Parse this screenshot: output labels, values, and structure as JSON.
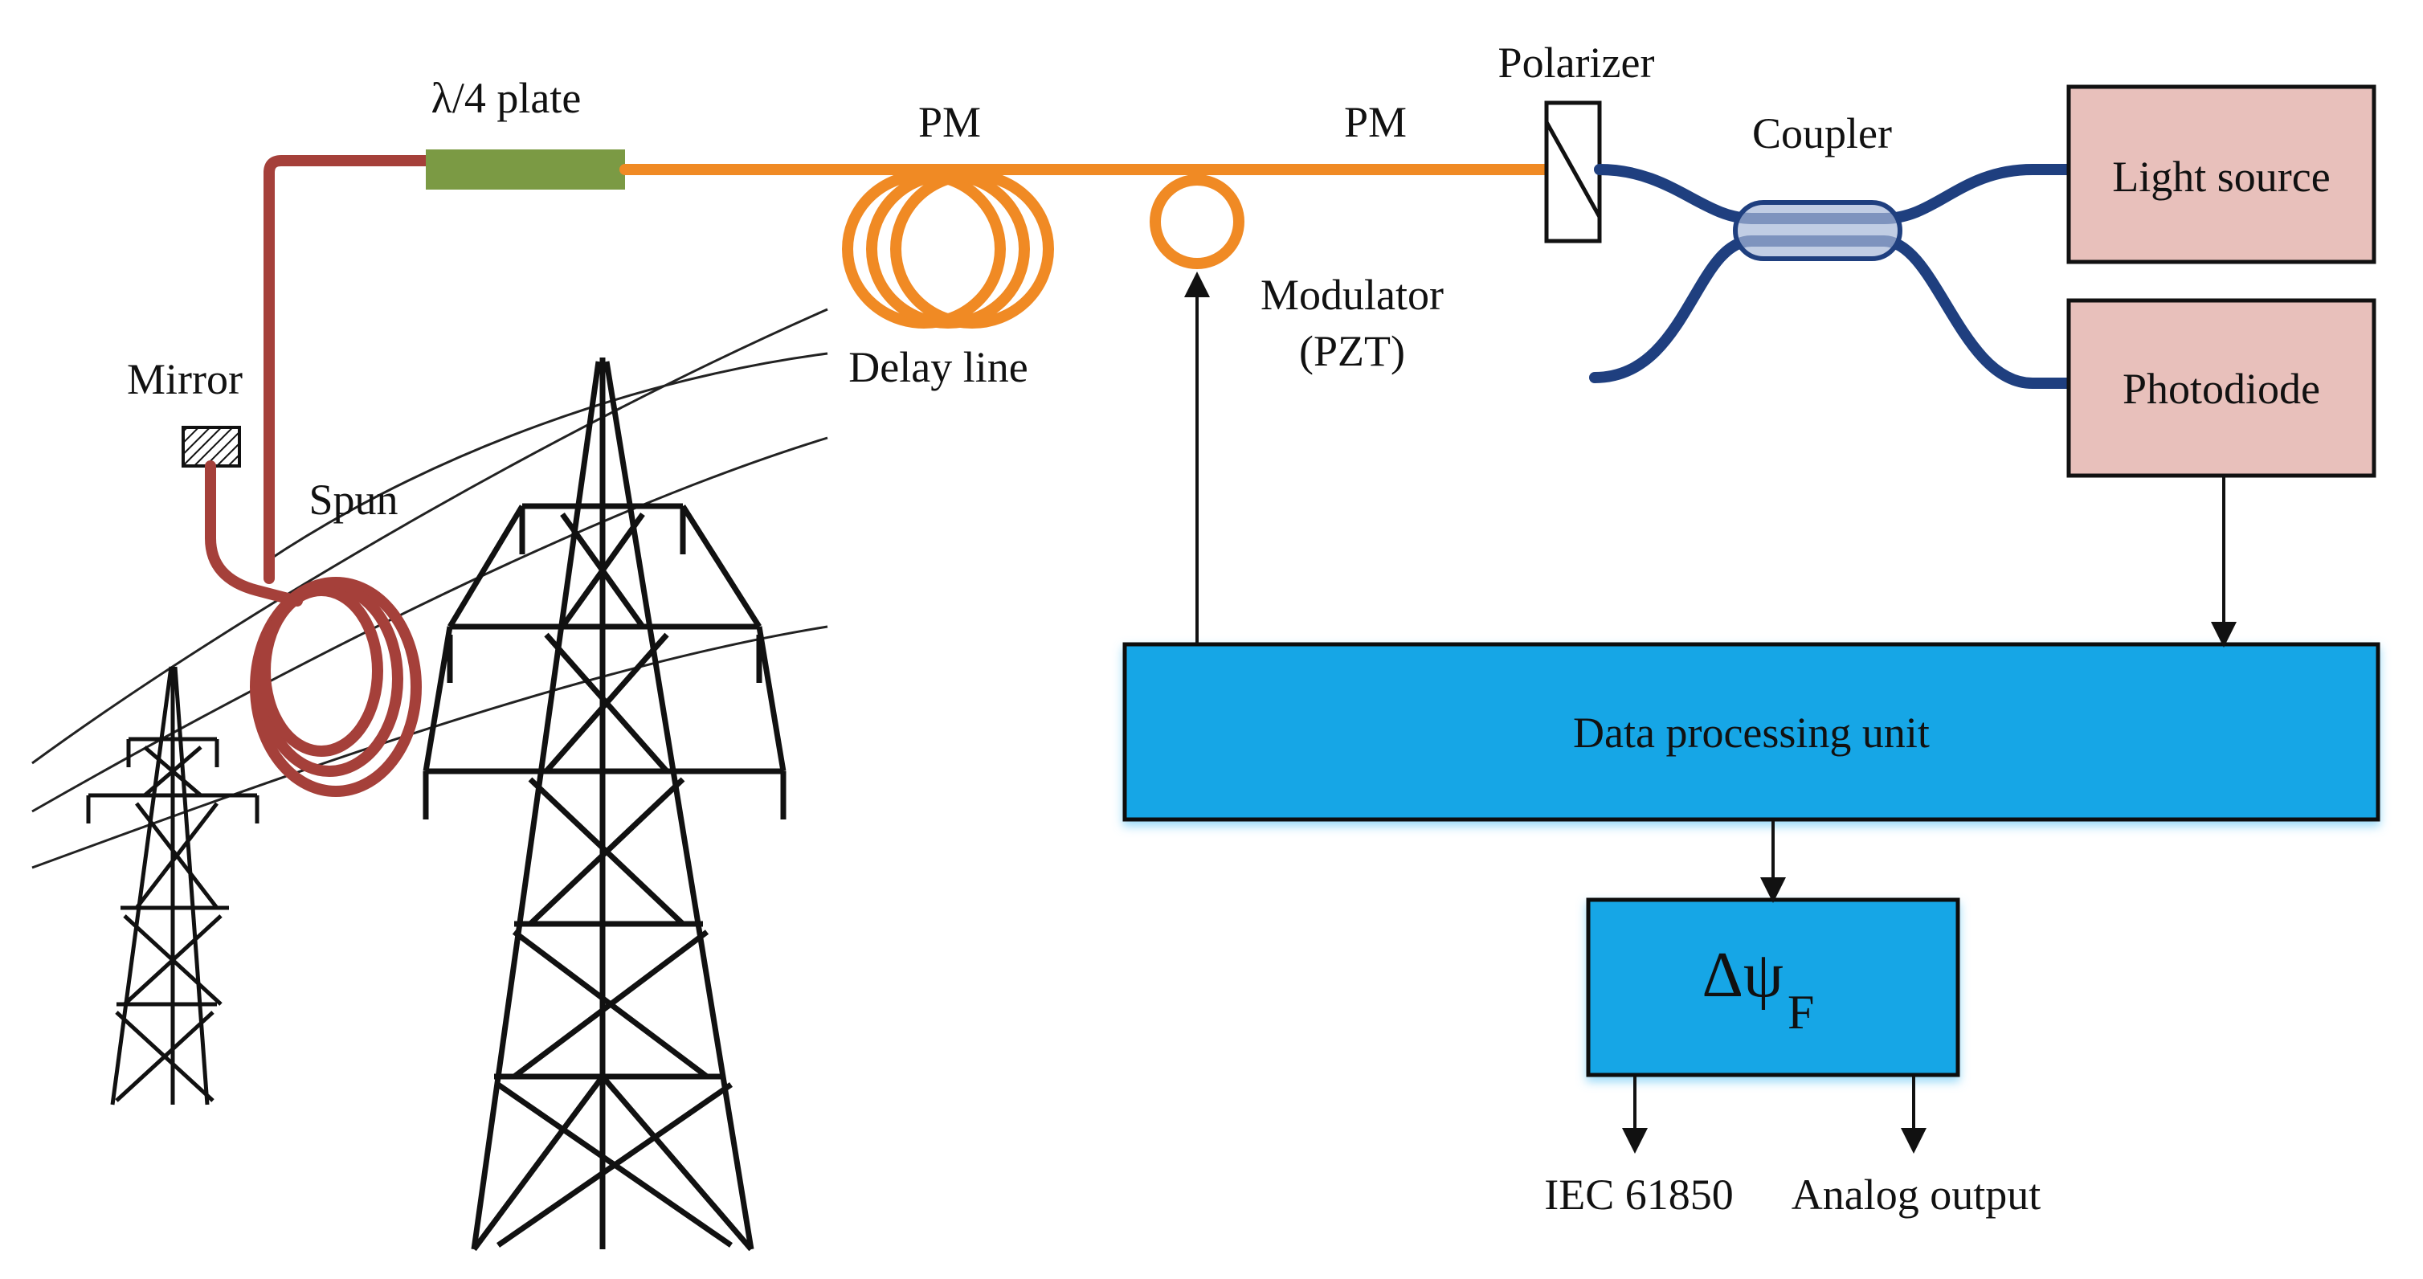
{
  "labels": {
    "quarter_wave_plate": "λ/4 plate",
    "pm_left": "PM",
    "pm_right": "PM",
    "polarizer": "Polarizer",
    "coupler": "Coupler",
    "mirror": "Mirror",
    "spun": "Spun",
    "delay_line": "Delay line",
    "modulator_line1": "Modulator",
    "modulator_line2": "(PZT)",
    "iec_output": "IEC 61850",
    "analog_output": "Analog output"
  },
  "boxes": {
    "light_source": "Light source",
    "photodiode": "Photodiode",
    "data_processing": "Data processing unit",
    "faraday_symbol": "Δψ",
    "faraday_subscript": "F"
  },
  "colors": {
    "spun_fiber": "#a5403a",
    "pm_fiber": "#f08a24",
    "sm_fiber": "#1f3f7f",
    "wave_plate": "#7b9a44",
    "box_pink": "#e8c0bb",
    "box_blue": "#14a6e6",
    "tower": "#111111"
  }
}
